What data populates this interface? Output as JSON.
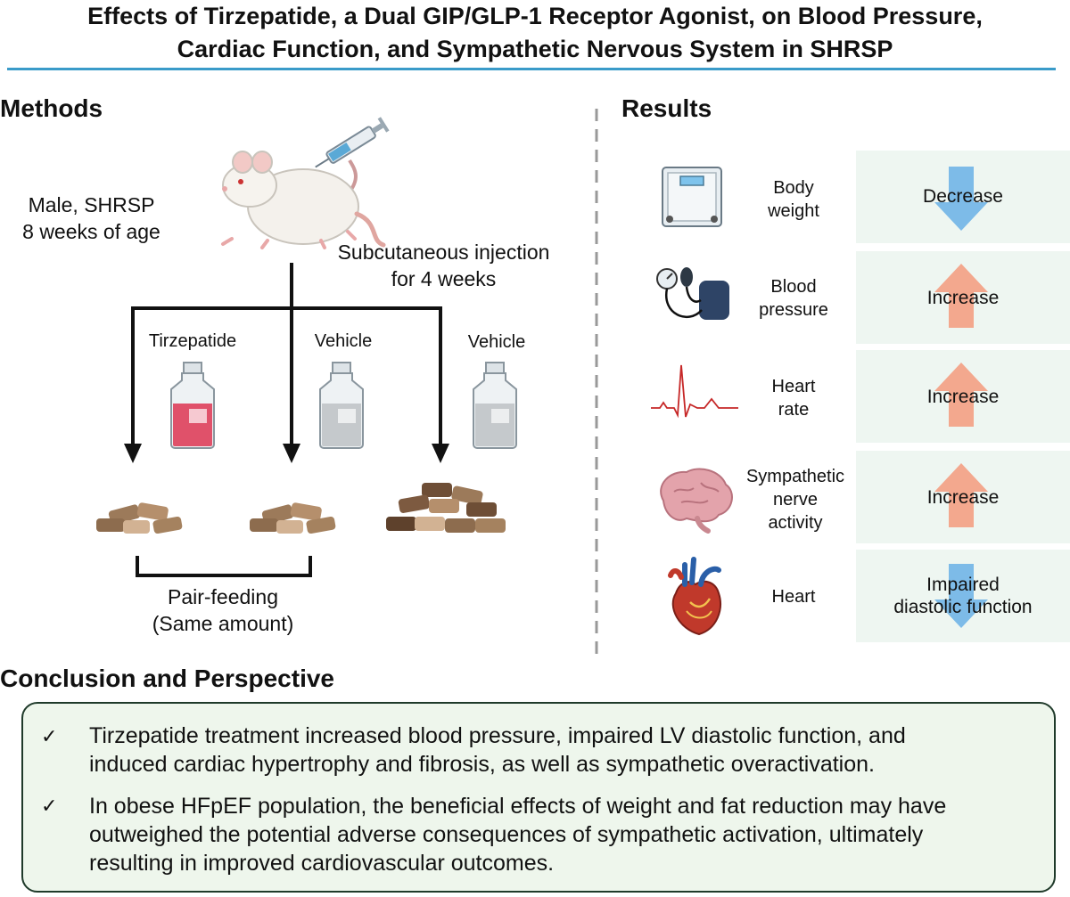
{
  "title": {
    "line1": "Effects of Tirzepatide, a Dual GIP/GLP-1 Receptor Agonist, on Blood Pressure,",
    "line2": "Cardiac Function, and Sympathetic Nervous System in SHRSP"
  },
  "methods": {
    "heading": "Methods",
    "subject_line1": "Male, SHRSP",
    "subject_line2": "8 weeks of age",
    "injection_line1": "Subcutaneous injection",
    "injection_line2": "for 4 weeks",
    "groups": [
      "Tirzepatide",
      "Vehicle",
      "Vehicle"
    ],
    "pair_feeding_line1": "Pair-feeding",
    "pair_feeding_line2": "(Same amount)",
    "icons": [
      "rat-icon",
      "syringe-icon",
      "bottle-red-icon",
      "bottle-clear-icon",
      "food-pellets-icon"
    ]
  },
  "results": {
    "heading": "Results",
    "rows": [
      {
        "label_lines": [
          "Body",
          "weight"
        ],
        "effect_lines": [
          "Decrease"
        ],
        "direction": "down",
        "icon": "scale-icon"
      },
      {
        "label_lines": [
          "Blood",
          "pressure"
        ],
        "effect_lines": [
          "Increase"
        ],
        "direction": "up",
        "icon": "blood-pressure-cuff-icon"
      },
      {
        "label_lines": [
          "Heart",
          "rate"
        ],
        "effect_lines": [
          "Increase"
        ],
        "direction": "up",
        "icon": "ecg-icon"
      },
      {
        "label_lines": [
          "Sympathetic",
          "nerve",
          "activity"
        ],
        "effect_lines": [
          "Increase"
        ],
        "direction": "up",
        "icon": "brain-icon"
      },
      {
        "label_lines": [
          "Heart"
        ],
        "effect_lines": [
          "Impaired",
          "diastolic function"
        ],
        "direction": "down",
        "icon": "heart-icon"
      }
    ]
  },
  "conclusion": {
    "heading": "Conclusion and Perspective",
    "bullets": [
      {
        "check": "✓",
        "lines": [
          "Tirzepatide treatment increased blood pressure, impaired LV diastolic function, and",
          "induced cardiac hypertrophy and fibrosis, as well as sympathetic overactivation."
        ]
      },
      {
        "check": "✓",
        "lines": [
          "In obese HFpEF population, the beneficial effects of weight and fat reduction may have",
          "outweighed the potential adverse consequences of sympathetic activation, ultimately",
          "resulting in improved cardiovascular outcomes."
        ]
      }
    ]
  },
  "colors": {
    "accent_rule": "#3a9bc9",
    "up_arrow": "#f3a88e",
    "down_arrow": "#7dbbe8",
    "result_box": "#eef6f1",
    "conclusion_box": "#eef6ec"
  }
}
